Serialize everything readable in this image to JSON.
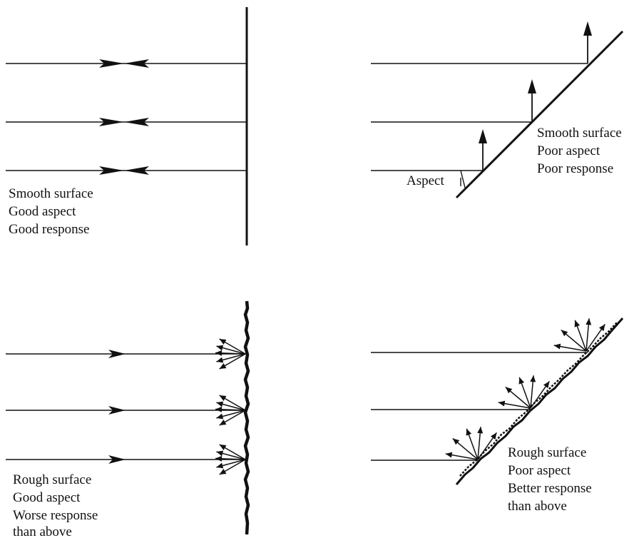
{
  "panels": [
    {
      "id": "smooth-good",
      "lines": [
        "Smooth surface",
        "Good aspect",
        "Good response"
      ]
    },
    {
      "id": "smooth-poor",
      "lines": [
        "Smooth surface",
        "Poor aspect",
        "Poor response"
      ],
      "angle_label": "Aspect"
    },
    {
      "id": "rough-good",
      "lines": [
        "Rough surface",
        "Good aspect",
        "Worse response",
        "than above"
      ]
    },
    {
      "id": "rough-poor",
      "lines": [
        "Rough surface",
        "Poor aspect",
        "Better response",
        "than above"
      ]
    }
  ],
  "colors": {
    "ink": "#111111",
    "background": "#ffffff"
  }
}
